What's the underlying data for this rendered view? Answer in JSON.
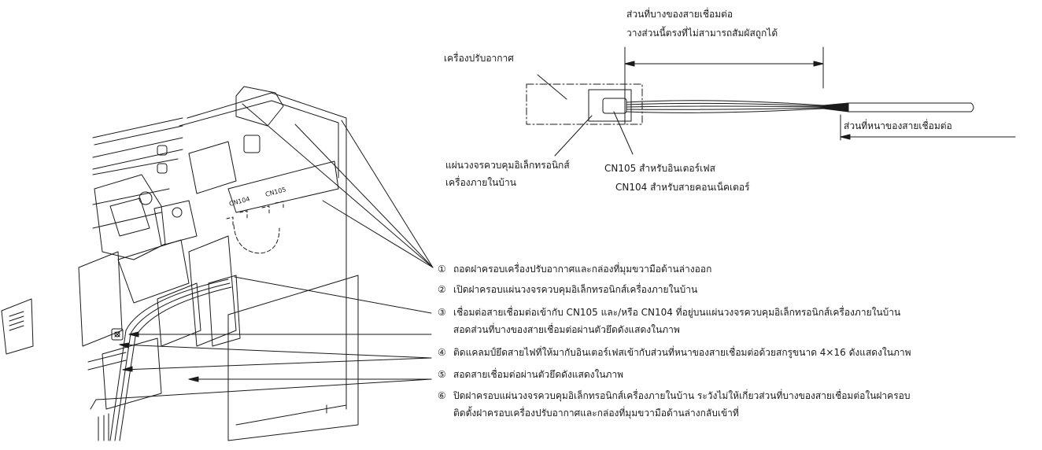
{
  "labels": {
    "thin_part_title": "ส่วนที่บางของสายเชื่อมต่อ",
    "thin_part_note": "วางส่วนนี้ตรงที่ไม่สามารถสัมผัสถูกได้",
    "air_conditioner": "เครื่องปรับอากาศ",
    "thick_part": "ส่วนที่หนาของสายเชื่อมต่อ",
    "pcb_line1": "แผ่นวงจรควบคุมอิเล็กทรอนิกส์",
    "pcb_line2": "เครื่องภายในบ้าน",
    "cn105": "CN105 สำหรับอินเตอร์เฟส",
    "cn104": "CN104 สำหรับสายคอนเน็คเตอร์",
    "connector_cn104": "CN104",
    "connector_cn105": "CN105"
  },
  "steps": [
    {
      "num": "①",
      "text": "ถอดฝาครอบเครื่องปรับอากาศและกล่องที่มุมขวามือด้านล่างออก"
    },
    {
      "num": "②",
      "text": "เปิดฝาครอบแผ่นวงจรควบคุมอิเล็กทรอนิกส์เครื่องภายในบ้าน"
    },
    {
      "num": "③",
      "text": "เชื่อมต่อสายเชื่อมต่อเข้ากับ CN105 และ/หรือ CN104 ที่อยู่บนแผ่นวงจรควบคุมอิเล็กทรอนิกส์เครื่องภายในบ้าน",
      "text2": "สอดส่วนที่บางของสายเชื่อมต่อผ่านตัวยึดดังแสดงในภาพ"
    },
    {
      "num": "④",
      "text": "ติดแคลมป์ยึดสายไฟที่ให้มากับอินเตอร์เฟสเข้ากับส่วนที่หนาของสายเชื่อมต่อด้วยสกรูขนาด 4×16 ดังแสดงในภาพ"
    },
    {
      "num": "⑤",
      "text": "สอดสายเชื่อมต่อผ่านตัวยึดดังแสดงในภาพ"
    },
    {
      "num": "⑥",
      "text": "ปิดฝาครอบแผ่นวงจรควบคุมอิเล็กทรอนิกส์เครื่องภายในบ้าน ระวังไม่ให้เกี่ยวส่วนที่บางของสายเชื่อมต่อในฝาครอบ",
      "text2": "ติดตั้งฝาครอบเครื่องปรับอากาศและกล่องที่มุมขวามือด้านล่างกลับเข้าที่"
    }
  ]
}
